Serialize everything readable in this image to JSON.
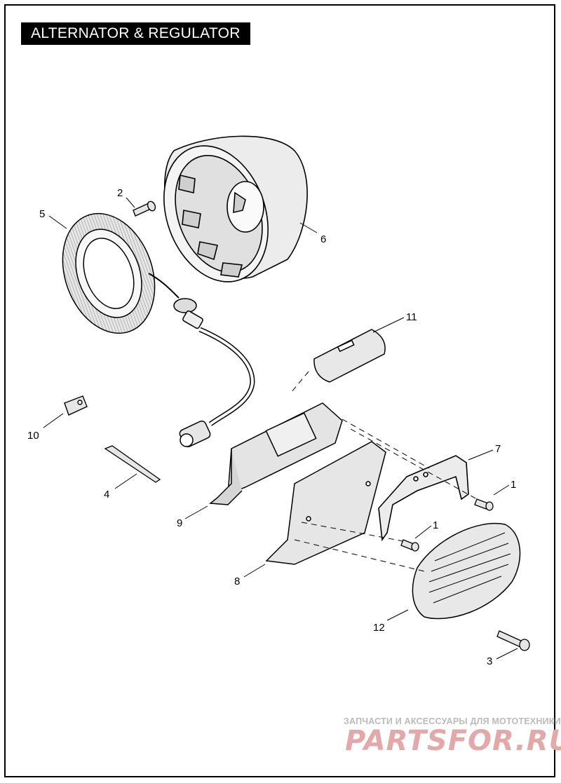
{
  "title": "ALTERNATOR & REGULATOR",
  "callouts": [
    {
      "id": "c2",
      "label": "2"
    },
    {
      "id": "c5",
      "label": "5"
    },
    {
      "id": "c6",
      "label": "6"
    },
    {
      "id": "c11",
      "label": "11"
    },
    {
      "id": "c10",
      "label": "10"
    },
    {
      "id": "c4",
      "label": "4"
    },
    {
      "id": "c9",
      "label": "9"
    },
    {
      "id": "c7",
      "label": "7"
    },
    {
      "id": "c1a",
      "label": "1"
    },
    {
      "id": "c1b",
      "label": "1"
    },
    {
      "id": "c8",
      "label": "8"
    },
    {
      "id": "c12",
      "label": "12"
    },
    {
      "id": "c3",
      "label": "3"
    }
  ],
  "watermark": {
    "tagline": "ЗАПЧАСТИ И АКСЕССУАРЫ ДЛЯ МОТОТЕХНИКИ",
    "brand": "PARTSFOR.RU"
  },
  "colors": {
    "line": "#000000",
    "part_fill": "#d9d9d9",
    "watermark_red": "#e3a9a9"
  }
}
